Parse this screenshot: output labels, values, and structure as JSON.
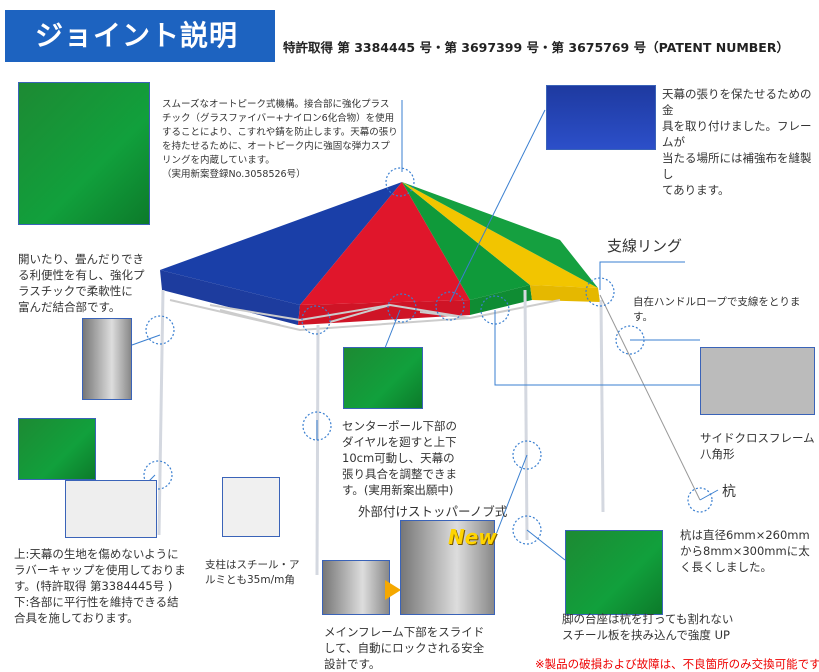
{
  "header": {
    "title": "ジョイント説明",
    "patent": "特許取得 第 3384445 号・第 3697399 号・第 3675769 号（PATENT NUMBER）"
  },
  "callouts": {
    "auto_peak": [
      "スムーズなオートピーク式機構。接合部に強化プラス",
      "チック（グラスファイバー+ナイロン6化合物）を使用",
      "することにより、こすれや錆を防止します。天幕の張り",
      "を持たせるために、オートピーク内に強固な弾力スプ",
      "リングを内蔵しています。",
      "（実用新案登録No.3058526号）"
    ],
    "folding_joint": [
      "開いたり、畳んだりでき",
      "る利便性を有し、強化プ",
      "ラスチックで柔軟性に",
      "富んだ結合部です。"
    ],
    "canopy_fitting": [
      "天幕の張りを保たせるための金",
      "具を取り付けました。フレームが",
      "当たる場所には補強布を縫製し",
      "てあります。"
    ],
    "rubber_cap": [
      "上:天幕の生地を傷めないように",
      "ラバーキャップを使用しておりま",
      "す。(特許取得 第3384445号 )",
      "下:各部に平行性を維持できる結",
      "合具を施しております。"
    ],
    "pole": [
      "支柱はスチール・ア",
      "ルミとも35m/m角"
    ],
    "center_pole": [
      "センターポール下部の",
      "ダイヤルを廻すと上下",
      "10cm可動し、天幕の",
      "張り具合を調整できま",
      "す。(実用新案出願中)"
    ],
    "stopper_title": "外部付けストッパーノブ式",
    "new_badge": "New",
    "main_frame": [
      "メインフレーム下部をスライド",
      "して、自動にロックされる安全",
      "設計です。"
    ],
    "guy_ring_title": "支線リング",
    "guy_ring": "自在ハンドルロープで支線をとります。",
    "side_frame": [
      "サイドクロスフレーム",
      "八角形"
    ],
    "stake_title": "杭",
    "stake": [
      "杭は直径6mm×260mm",
      "から8mm×300mmに太",
      "く長くしました。"
    ],
    "base": [
      "脚の台座は杭を打っても割れない",
      "スチール板を挟み込んで強度 UP"
    ]
  },
  "footer_note": "※製品の破損および故障は、不良箇所のみ交換可能です。",
  "colors": {
    "title_bg": "#1d63c0",
    "accent_line": "#3a7fd0",
    "note": "#ee0000"
  }
}
